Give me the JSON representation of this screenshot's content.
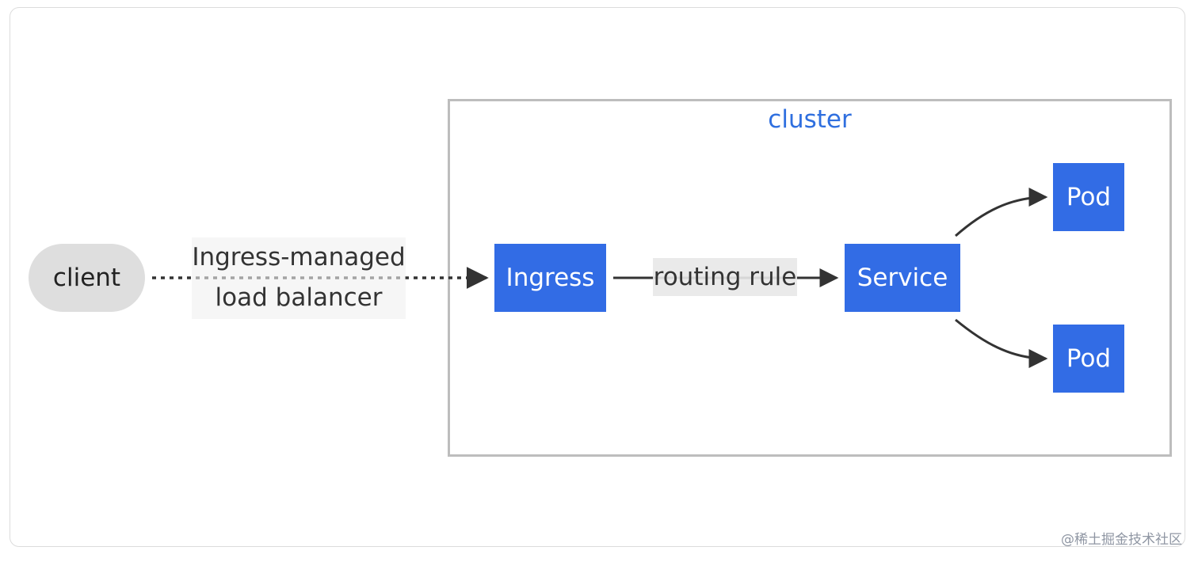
{
  "cluster": {
    "title": "cluster"
  },
  "nodes": {
    "client": "client",
    "ingress": "Ingress",
    "service": "Service",
    "pod_top": "Pod",
    "pod_bottom": "Pod"
  },
  "edges": {
    "client_to_ingress": {
      "label_line1": "Ingress-managed",
      "label_line2": "load balancer",
      "style": "dotted"
    },
    "ingress_to_service": {
      "label": "routing rule",
      "style": "solid"
    }
  },
  "watermark": "@稀土掘金技术社区",
  "colors": {
    "node_blue": "#326ce5",
    "cluster_title": "#2f6fdf",
    "client_fill": "#dedede",
    "cluster_border": "#bdbdbd"
  }
}
